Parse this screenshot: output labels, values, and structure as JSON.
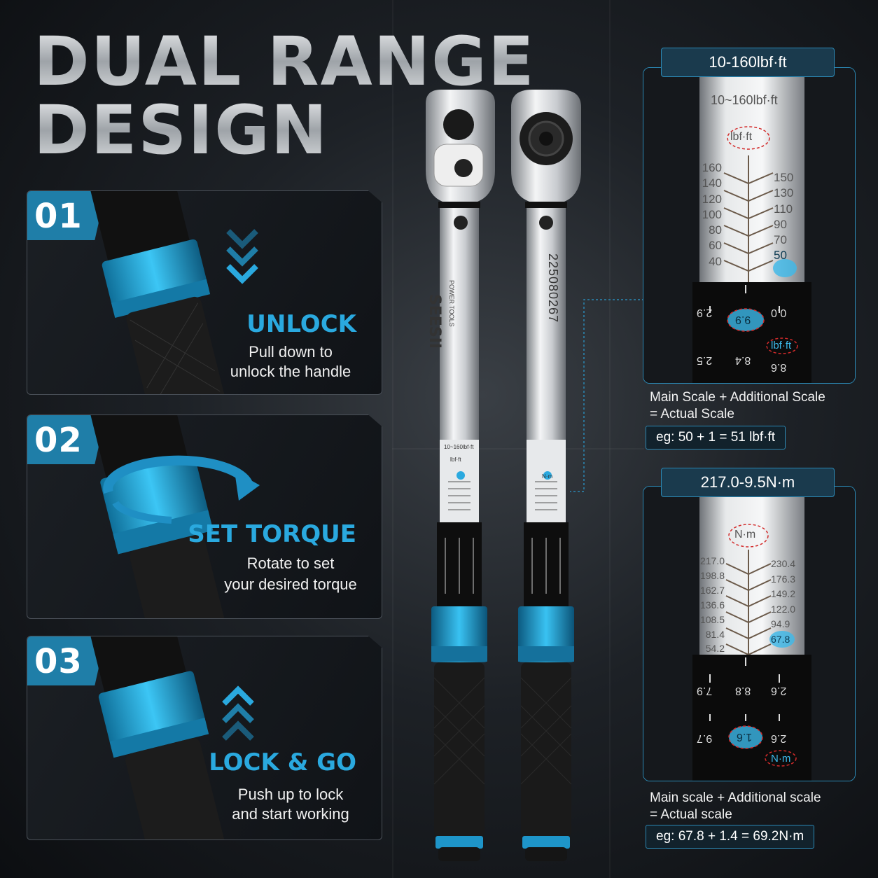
{
  "headline": {
    "line1": "DUAL RANGE",
    "line2": "DESIGN"
  },
  "steps": [
    {
      "number": "01",
      "title": "UNLOCK",
      "description_line1": "Pull down to",
      "description_line2": "unlock the handle"
    },
    {
      "number": "02",
      "title": "SET TORQUE",
      "description_line1": "Rotate to set",
      "description_line2": "your desired torque"
    },
    {
      "number": "03",
      "title": "LOCK & GO",
      "description_line1": "Push up to lock",
      "description_line2": "and start working"
    }
  ],
  "wrench_left": {
    "brand": "SEESII",
    "brand_sub": "POWER TOOLS",
    "range_text": "10~160lbf·ft",
    "unit_text": "lbf·ft"
  },
  "wrench_right": {
    "serial": "225080267",
    "unit_text": "N·m"
  },
  "inset_top": {
    "label": "10-160lbf·ft",
    "range_text": "10~160lbf·ft",
    "unit": "lbf·ft",
    "left_scale": [
      "160",
      "140",
      "120",
      "100",
      "80",
      "60",
      "40"
    ],
    "right_scale": [
      "150",
      "130",
      "110",
      "90",
      "70",
      "50"
    ],
    "highlight_main": "50",
    "dial_values": [
      "2.9",
      "9.9",
      "0.0",
      "2.5",
      "8.4",
      "8.6"
    ],
    "highlight_dial": "9.9",
    "dial_unit": "lbf·ft",
    "equation_line1": "Main Scale + Additional Scale",
    "equation_line2": "= Actual Scale",
    "example": "eg: 50 + 1 = 51 lbf·ft"
  },
  "inset_bottom": {
    "label": "217.0-9.5N·m",
    "unit": "N·m",
    "left_scale": [
      "217.0",
      "198.8",
      "162.7",
      "136.6",
      "108.5",
      "81.4",
      "54.2"
    ],
    "right_scale": [
      "230.4",
      "176.3",
      "149.2",
      "122.0",
      "94.9",
      "67.8"
    ],
    "highlight_main": "67.8",
    "dial_values": [
      "7.9",
      "8.8",
      "2.6",
      "9.7",
      "1.6",
      "2.6"
    ],
    "highlight_dial": "1.6",
    "dial_unit": "N·m",
    "equation_line1": "Main scale + Additional scale",
    "equation_line2": "= Actual scale",
    "example": "eg: 67.8 + 1.4 = 69.2N·m"
  },
  "colors": {
    "accent": "#2aa9df",
    "tab": "#1f7ea8",
    "border": "#2b88b4",
    "sleeve": "#1ea4d8"
  }
}
